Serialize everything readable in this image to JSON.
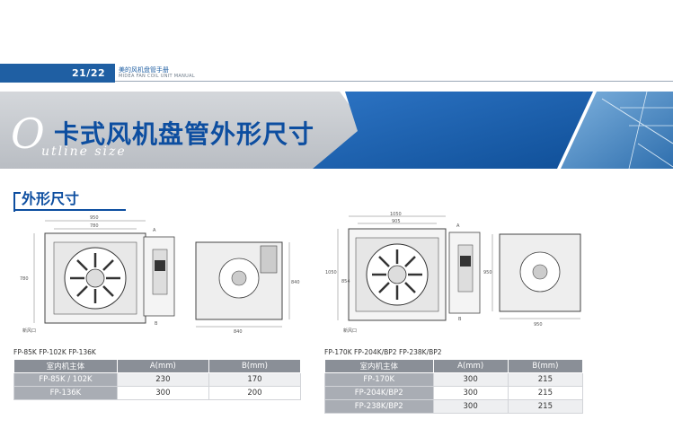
{
  "header": {
    "page_number": "21/22",
    "manual_title_cn": "美的风机盘管手册",
    "manual_title_en": "MIDEA FAN COIL UNIT MANUAL"
  },
  "banner": {
    "initial": "O",
    "title": "卡式风机盘管外形尺寸",
    "subtitle": "utline size"
  },
  "section": {
    "heading": "外形尺寸"
  },
  "left_drawing": {
    "dims": [
      "950",
      "780",
      "A",
      "B",
      "840",
      "780",
      "840",
      "新风口"
    ]
  },
  "right_drawing": {
    "dims": [
      "1050",
      "905",
      "A",
      "B",
      "1050",
      "854",
      "950",
      "950",
      "新风口"
    ]
  },
  "left_models": "FP-85K  FP-102K FP-136K",
  "right_models": "FP-170K    FP-204K/BP2  FP-238K/BP2",
  "left_table": {
    "headers": [
      "室内机主体",
      "A(mm)",
      "B(mm)"
    ],
    "rows": [
      [
        "FP-85K / 102K",
        "230",
        "170"
      ],
      [
        "FP-136K",
        "300",
        "200"
      ]
    ]
  },
  "right_table": {
    "headers": [
      "室内机主体",
      "A(mm)",
      "B(mm)"
    ],
    "rows": [
      [
        "FP-170K",
        "300",
        "215"
      ],
      [
        "FP-204K/BP2",
        "300",
        "215"
      ],
      [
        "FP-238K/BP2",
        "300",
        "215"
      ]
    ]
  },
  "colors": {
    "brand_blue": "#1f5fa3",
    "title_blue": "#0d4ea0",
    "banner_gray": "#c4c7cc",
    "table_header": "#8a8f97"
  }
}
